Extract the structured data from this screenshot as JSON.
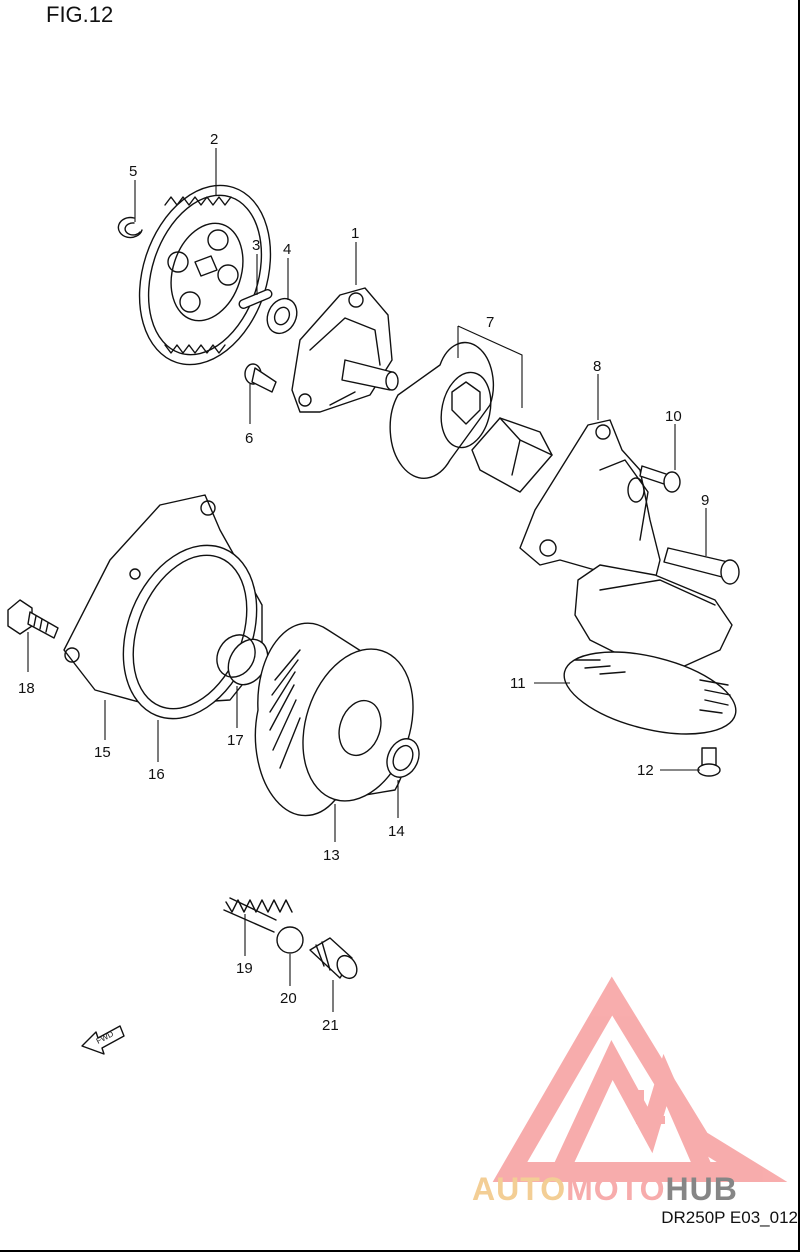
{
  "figure": {
    "title": "FIG.12",
    "code": "DR250P E03_012"
  },
  "fwd_label": "FWD",
  "watermark": {
    "text": "AUTOMOTOHUB",
    "color_main": "#f7a4a4",
    "color_accent": "#f2c98a",
    "color_hub": "#7a7a7a"
  },
  "part_numbers": [
    "1",
    "2",
    "3",
    "4",
    "5",
    "6",
    "7",
    "8",
    "9",
    "10",
    "11",
    "12",
    "13",
    "14",
    "15",
    "16",
    "17",
    "18",
    "19",
    "20",
    "21"
  ]
}
